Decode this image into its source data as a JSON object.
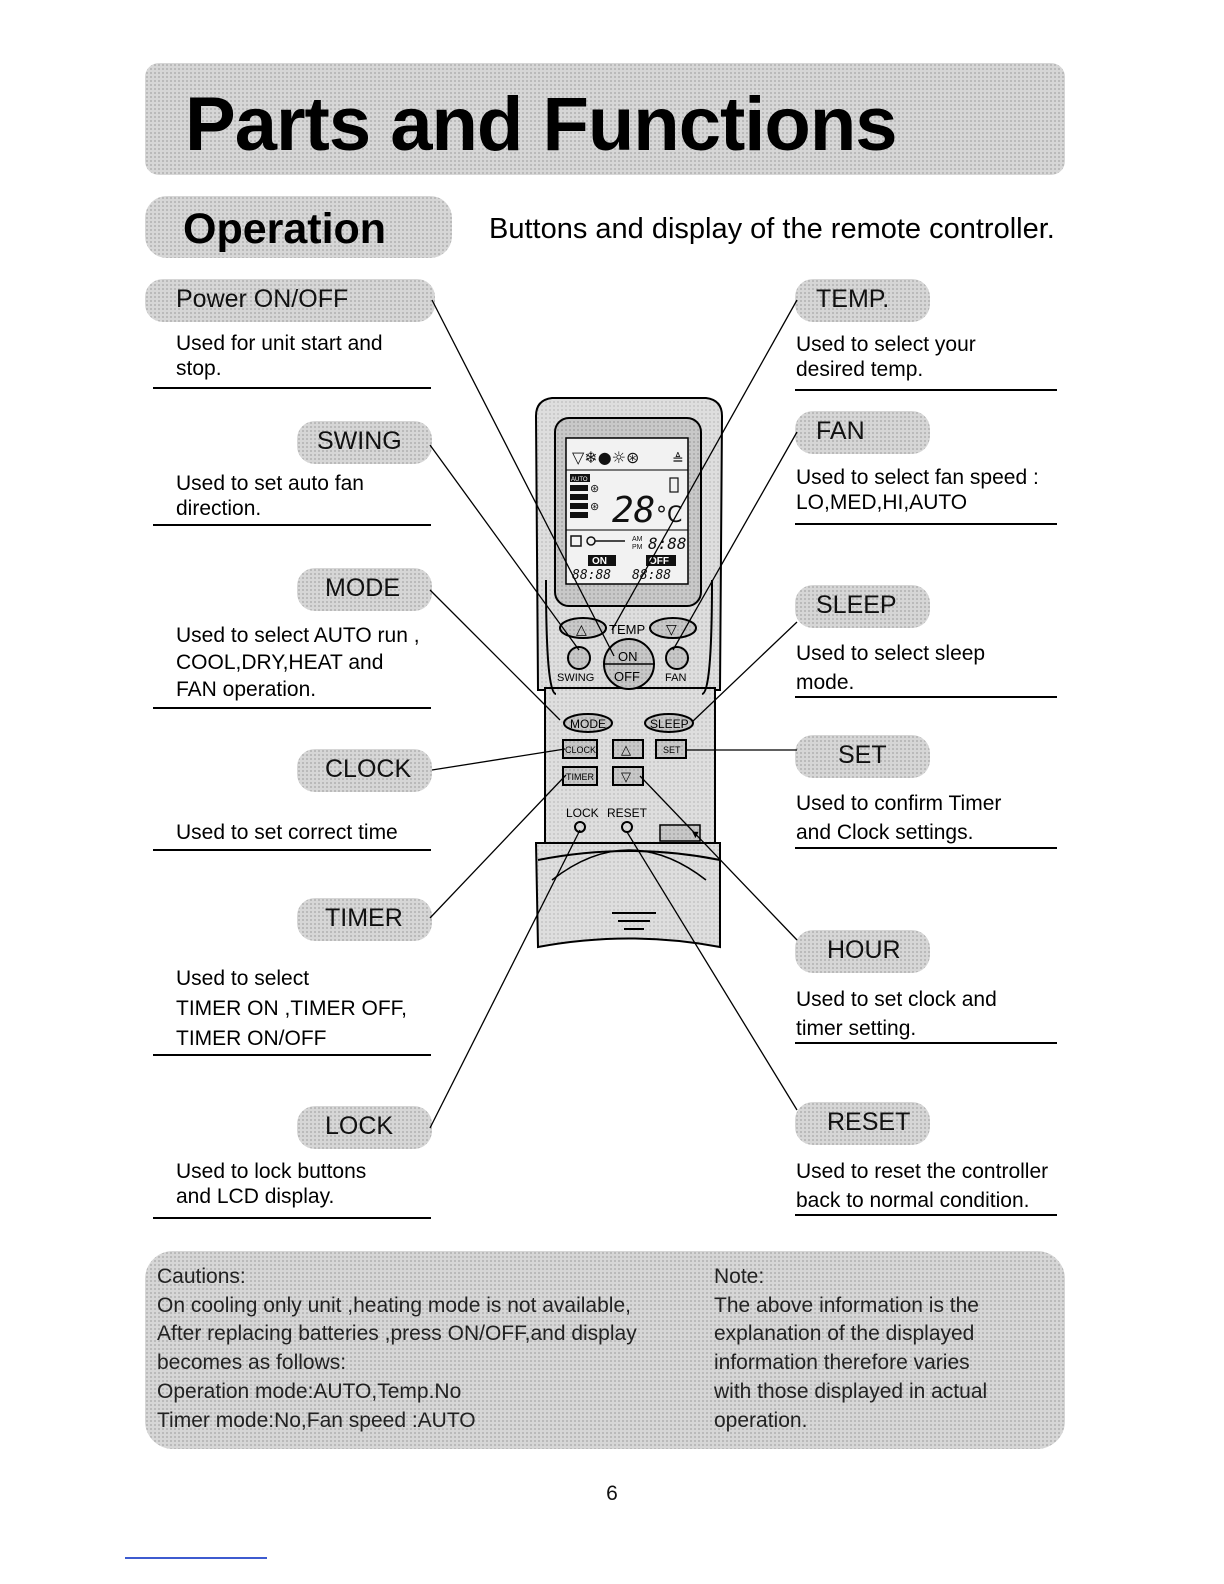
{
  "page": {
    "title": "Parts and Functions",
    "section": "Operation",
    "subtitle": "Buttons and display of the remote controller.",
    "page_number": "6"
  },
  "left_items": [
    {
      "label": "Power ON/OFF",
      "lines": [
        "Used for unit start and",
        "stop."
      ]
    },
    {
      "label": "SWING",
      "lines": [
        "Used to set auto fan",
        "direction."
      ]
    },
    {
      "label": "MODE",
      "lines": [
        "Used to select  AUTO run ,",
        "COOL,DRY,HEAT and",
        "FAN operation."
      ]
    },
    {
      "label": "CLOCK",
      "lines": [
        "Used to set correct time"
      ]
    },
    {
      "label": "TIMER",
      "lines": [
        "Used to select",
        "TIMER ON ,TIMER OFF,",
        "TIMER ON/OFF"
      ]
    },
    {
      "label": "LOCK",
      "lines": [
        "Used to lock buttons",
        "and LCD display."
      ]
    }
  ],
  "right_items": [
    {
      "label": "TEMP.",
      "lines": [
        "Used  to select your",
        "desired temp."
      ]
    },
    {
      "label": "FAN",
      "lines": [
        "Used  to select fan speed :",
        "LO,MED,HI,AUTO"
      ]
    },
    {
      "label": "SLEEP",
      "lines": [
        "Used  to select sleep",
        "mode."
      ]
    },
    {
      "label": "SET",
      "lines": [
        "Used  to confirm Timer",
        "and Clock settings."
      ]
    },
    {
      "label": "HOUR",
      "lines": [
        "Used  to set clock and",
        "timer setting."
      ]
    },
    {
      "label": "RESET",
      "lines": [
        "Used  to reset the controller",
        "back to normal condition."
      ]
    }
  ],
  "remote": {
    "display_temp": "28",
    "display_unit": "°C",
    "display_auto": "AUTO",
    "display_am": "AM",
    "display_pm": "PM",
    "display_on": "ON",
    "display_off": "OFF",
    "btn_temp": "TEMP",
    "btn_on": "ON",
    "btn_off": "OFF",
    "btn_swing": "SWING",
    "btn_fan": "FAN",
    "btn_mode": "MODE",
    "btn_sleep": "SLEEP",
    "btn_clock": "CLOCK",
    "btn_timer": "TIMER",
    "btn_set": "SET",
    "btn_lock": "LOCK",
    "btn_reset": "RESET"
  },
  "cautions": {
    "lines": [
      "Cautions:",
      "On cooling only unit ,heating mode is not available,",
      "After replacing batteries ,press ON/OFF,and display",
      "becomes as follows:",
      "Operation mode:AUTO,Temp.No",
      "Timer mode:No,Fan speed :AUTO"
    ]
  },
  "note": {
    "lines": [
      "Note:",
      "The above information is the",
      "explanation of the displayed",
      "information therefore varies",
      "with those displayed in actual",
      "operation."
    ]
  }
}
